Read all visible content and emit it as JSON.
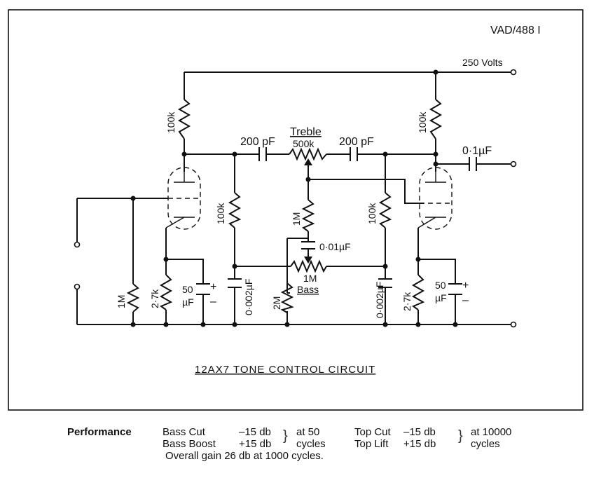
{
  "drawing_ref": "VAD/488 I",
  "supply_label": "250 Volts",
  "caption": "12AX7 TONE CONTROL CIRCUIT",
  "components": {
    "r_plate_left": "100k",
    "r_plate_right": "100k",
    "c_treble_left": "200 pF",
    "c_treble_right": "200 pF",
    "treble_pot_name": "Treble",
    "treble_pot_value": "500k",
    "c_output": "0·1µF",
    "r_divider_left": "100k",
    "r_divider_right": "100k",
    "r_center": "1M",
    "c_center": "0·01µF",
    "bass_pot_value": "1M",
    "bass_pot_name": "Bass",
    "c_shunt_left": "0·002µF",
    "c_shunt_right": "0·002µF",
    "r_bass_ground": "2M",
    "r_grid_left": "1M",
    "r_cathode_left": "2·7k",
    "r_cathode_right": "2·7k",
    "c_cathode_left_value": "50",
    "c_cathode_left_unit": "µF",
    "c_cathode_right_value": "50",
    "c_cathode_right_unit": "µF",
    "plus": "+",
    "minus": "–"
  },
  "performance": {
    "heading": "Performance",
    "bass_cut_label": "Bass Cut",
    "bass_cut_value": "–15 db",
    "bass_boost_label": "Bass Boost",
    "bass_boost_value": "+15 db",
    "bass_freq_1": "at 50",
    "bass_freq_2": "cycles",
    "top_cut_label": "Top Cut",
    "top_cut_value": "–15 db",
    "top_lift_label": "Top Lift",
    "top_lift_value": "+15 db",
    "top_freq_1": "at 10000",
    "top_freq_2": "cycles",
    "overall": "Overall gain  26 db at 1000 cycles."
  }
}
